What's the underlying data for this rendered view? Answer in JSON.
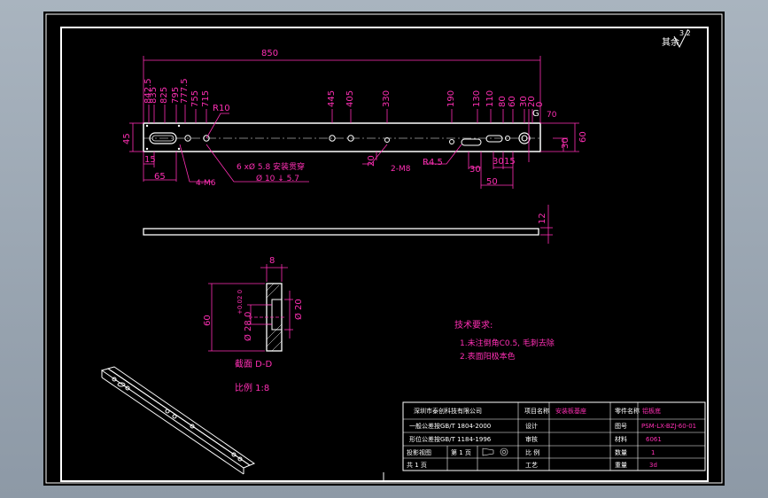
{
  "surface_roughness": {
    "label": "其余",
    "value": "3.2"
  },
  "dims_top": [
    "850",
    "842.5",
    "835",
    "825",
    "795",
    "777.5",
    "755",
    "715",
    "445",
    "405",
    "330",
    "190",
    "130",
    "110",
    "80",
    "60",
    "30",
    "20",
    "0"
  ],
  "dims_misc": {
    "radius_big": "R10",
    "height_45": "45",
    "height_60": "60",
    "height_30": "30",
    "gap_70": "70",
    "g_label": "G",
    "bottom_15": "15",
    "bottom_65": "65",
    "bottom_20": "20",
    "bottom_30a": "30",
    "bottom_30b": "30",
    "bottom_15b": "15",
    "bottom_50": "50",
    "radius_small": "R4.5",
    "tap_a": "4-M6",
    "tap_b": "2-M8",
    "hole_note_a": "6 xØ  5.8 安装贯穿",
    "hole_note_b": "Ø  10 ↓ 5.7",
    "thick_12": "12"
  },
  "section": {
    "top_8": "8",
    "left_60": "60",
    "dia_20": "Ø 20",
    "dia_28": "Ø 28.0",
    "tol": "+0.02\n0",
    "title": "截面 D-D",
    "scale": "比例 1:8"
  },
  "tech_req": {
    "title": "技术要求:",
    "line1": "1.未注倒角C0.5, 毛刺去除",
    "line2": "2.表面阳极本色"
  },
  "title_block": {
    "company": "深圳市泰创科技有限公司",
    "std1": "一般公差按GB/T 1804-2000",
    "std2": "形位公差按GB/T 1184-1996",
    "drawn_label": "设计",
    "check_label": "审核",
    "proc_label": "工艺",
    "proj_label": "项目名称",
    "part_name": "安装板基座",
    "part_label": "零件名称",
    "part_value": "铝板底",
    "drawing_label": "图号",
    "drawing_no": "PSM-LX-BZJ-60-01",
    "material_label": "材料",
    "material": "6061",
    "qty_label": "数量",
    "qty": "1",
    "page_label": "共 1 页",
    "sheet_label": "第 1 页",
    "proj_view": "投影视图",
    "ratio_label": "比 例",
    "weight_label": "重量",
    "weight": "3d"
  }
}
